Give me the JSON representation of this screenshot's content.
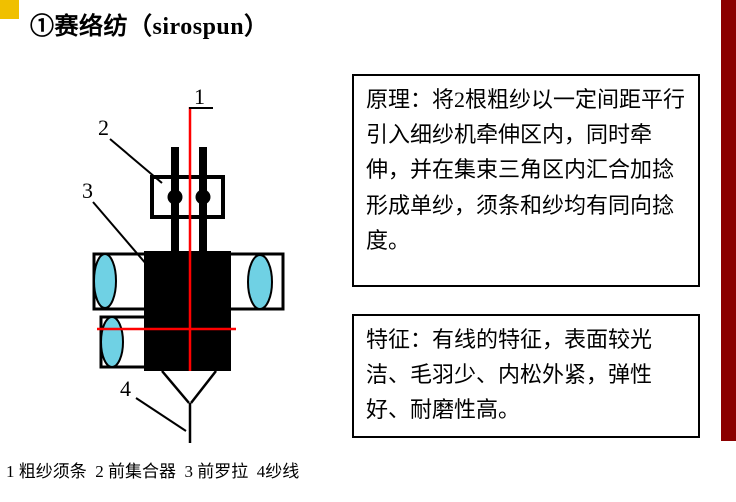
{
  "slide": {
    "title": "①赛络纺（sirospun）",
    "caption": "1 粗纱须条  2 前集合器  3 前罗拉  4纱线"
  },
  "principle_box": {
    "text": "原理：将2根粗纱以一定间距平行引入细纱机牵伸区内，同时牵伸，并在集束三角区内汇合加捻形成单纱，须条和纱均有同向捻度。"
  },
  "feature_box": {
    "text": "特征：有线的特征，表面较光洁、毛羽少、内松外紧，弹性好、耐磨性高。"
  },
  "diagram": {
    "labels": {
      "l1": "1",
      "l2": "2",
      "l3": "3",
      "l4": "4"
    }
  },
  "colors": {
    "corner_square": "#F0C000",
    "right_bar": "#8B0000",
    "guide_line_red": "#FF0000",
    "roller_end": "#6FD1E4"
  }
}
